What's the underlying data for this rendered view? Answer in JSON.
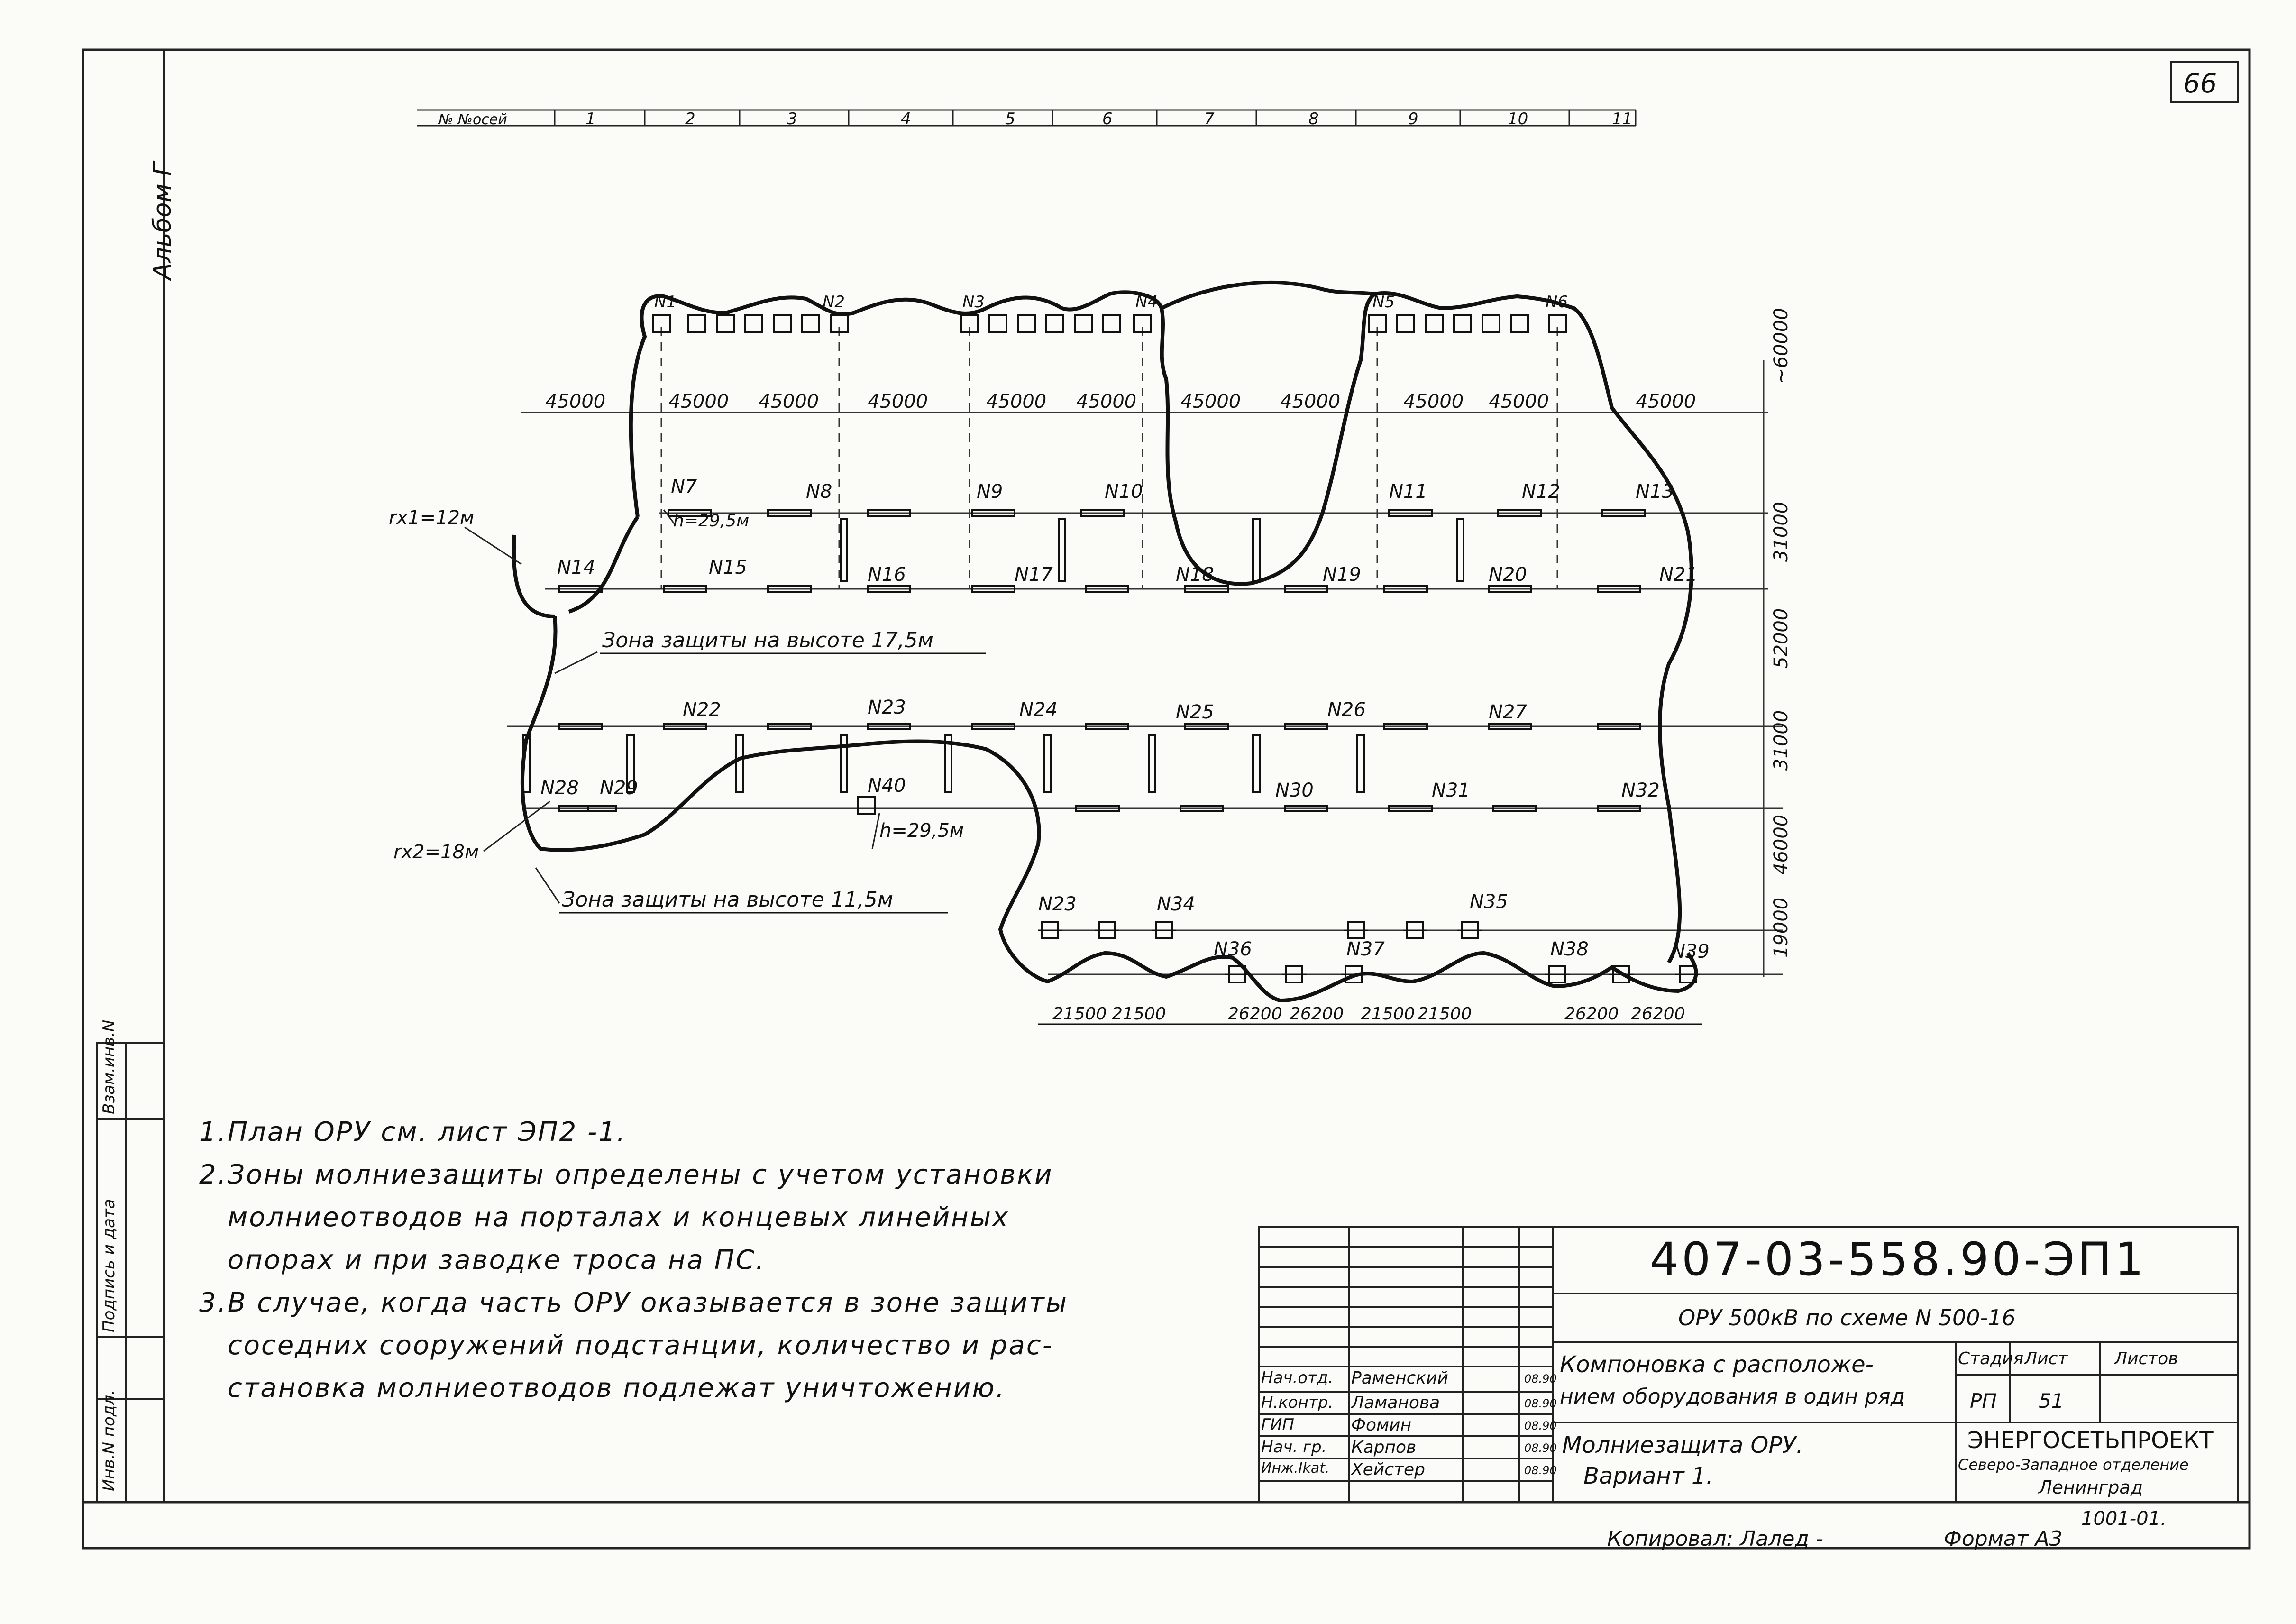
{
  "sheet": {
    "page_number": "66",
    "album_label": "Альбом Г",
    "axis_header_label": "№ №осей",
    "axis_numbers": [
      "1",
      "2",
      "3",
      "4",
      "5",
      "6",
      "7",
      "8",
      "9",
      "10",
      "11"
    ]
  },
  "plan": {
    "portals_top": [
      "N1",
      "N2",
      "N3",
      "N4",
      "N5",
      "N6"
    ],
    "span_top": "45000",
    "span_labels": [
      "45000",
      "45000",
      "45000",
      "45000",
      "45000",
      "45000",
      "45000",
      "45000",
      "45000",
      "45000",
      "45000"
    ],
    "row_dims": [
      "~60000",
      "31000",
      "52000",
      "31000",
      "46000",
      "19000"
    ],
    "lightning_rods_row1": [
      "N7",
      "N8",
      "N9",
      "N10",
      "N11",
      "N12",
      "N13"
    ],
    "lightning_rods_row2": [
      "N14",
      "N15",
      "N16",
      "N17",
      "N18",
      "N19",
      "N20",
      "N21"
    ],
    "lightning_rods_row3": [
      "N22",
      "N23",
      "N24",
      "N25",
      "N26",
      "N27"
    ],
    "lightning_rods_row4": [
      "N28",
      "N29",
      "N30",
      "N31",
      "N32"
    ],
    "rod_n40": "N40",
    "h_top": "h=29,5м",
    "h_mid": "h=29,5м",
    "radius1": "rx1=12м",
    "radius2": "rx2=18м",
    "zone1": "Зона защиты на высоте 17,5м",
    "zone2": "Зона защиты на высоте 11,5м",
    "line_supports": [
      "N23",
      "N34",
      "N35",
      "N36",
      "N37",
      "N38",
      "N39"
    ],
    "bottom_dims": [
      "21500",
      "21500",
      "26200",
      "26200",
      "21500",
      "21500",
      "26200",
      "26200"
    ]
  },
  "notes": [
    {
      "num": "1.",
      "text": "План ОРУ см. лист ЭП2 -1."
    },
    {
      "num": "2.",
      "text": "Зоны молниезащиты определены с учетом установки"
    },
    {
      "num": "",
      "text": "молниеотводов на порталах и концевых линейных"
    },
    {
      "num": "",
      "text": "опорах и при заводке троса на ПС."
    },
    {
      "num": "3.",
      "text": "В случае, когда часть ОРУ оказывается в зоне защиты"
    },
    {
      "num": "",
      "text": "соседних сооружений подстанции, количество и рас-"
    },
    {
      "num": "",
      "text": "становка молниеотводов подлежат уничтожению."
    }
  ],
  "side_stamp": [
    "Инв.N подл.",
    "Подпись и дата",
    "Взам.инв.N"
  ],
  "title_block": {
    "doc_code": "407-03-558.90-ЭП1",
    "subtitle": "ОРУ 500кВ по схеме N 500-16",
    "title_line1": "Компоновка с расположе-",
    "title_line2": "нием оборудования в один ряд",
    "title_line3": "Молниезащита ОРУ.",
    "title_line4": "Вариант 1.",
    "stage_label": "Стадия",
    "sheet_label": "Лист",
    "sheets_label": "Листов",
    "stage": "РП",
    "sheet": "51",
    "org1": "ЭНЕРГОСЕТЬПРОЕКТ",
    "org2": "Северо-Западное отделение",
    "org3": "Ленинград",
    "people": [
      {
        "role": "Нач.отд.",
        "name": "Раменский",
        "date": "08.90"
      },
      {
        "role": "Н.контр.",
        "name": "Ламанова",
        "date": "08.90"
      },
      {
        "role": "ГИП",
        "name": "Фомин",
        "date": "08.90"
      },
      {
        "role": "Нач. гр.",
        "name": "Карпов",
        "date": "08.90"
      },
      {
        "role": "Инж.Ikat.",
        "name": "Хейстер",
        "date": "08.90"
      }
    ]
  },
  "footer": {
    "copied": "Копировал: Лалед -",
    "format": "Формат А3",
    "code": "1001-01."
  }
}
